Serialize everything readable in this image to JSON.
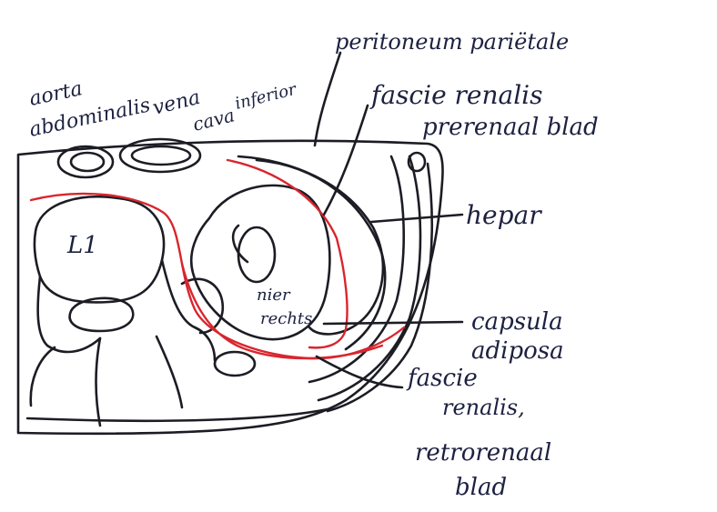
{
  "labels": {
    "aorta_1": "aorta",
    "aorta_2": "abdominalis",
    "vena_1": "vena",
    "vena_2": "cava",
    "vena_3": "inferior",
    "peritoneum": "peritoneum pariëtale",
    "fascie_prerenaal_1": "fascie renalis",
    "fascie_prerenaal_2": "prerenaal blad",
    "hepar": "hepar",
    "vertebra": "L1",
    "nier_1": "nier",
    "nier_2": "rechts",
    "capsula_1": "capsula",
    "capsula_2": "adiposa",
    "fascie_retrorenaal_1": "fascie",
    "fascie_retrorenaal_2": "renalis,",
    "fascie_retrorenaal_3": "retrorenaal",
    "fascie_retrorenaal_4": "blad"
  },
  "colors": {
    "ink": "#1c1c24",
    "fascia": "#d8262e",
    "text": "#1c2140"
  }
}
